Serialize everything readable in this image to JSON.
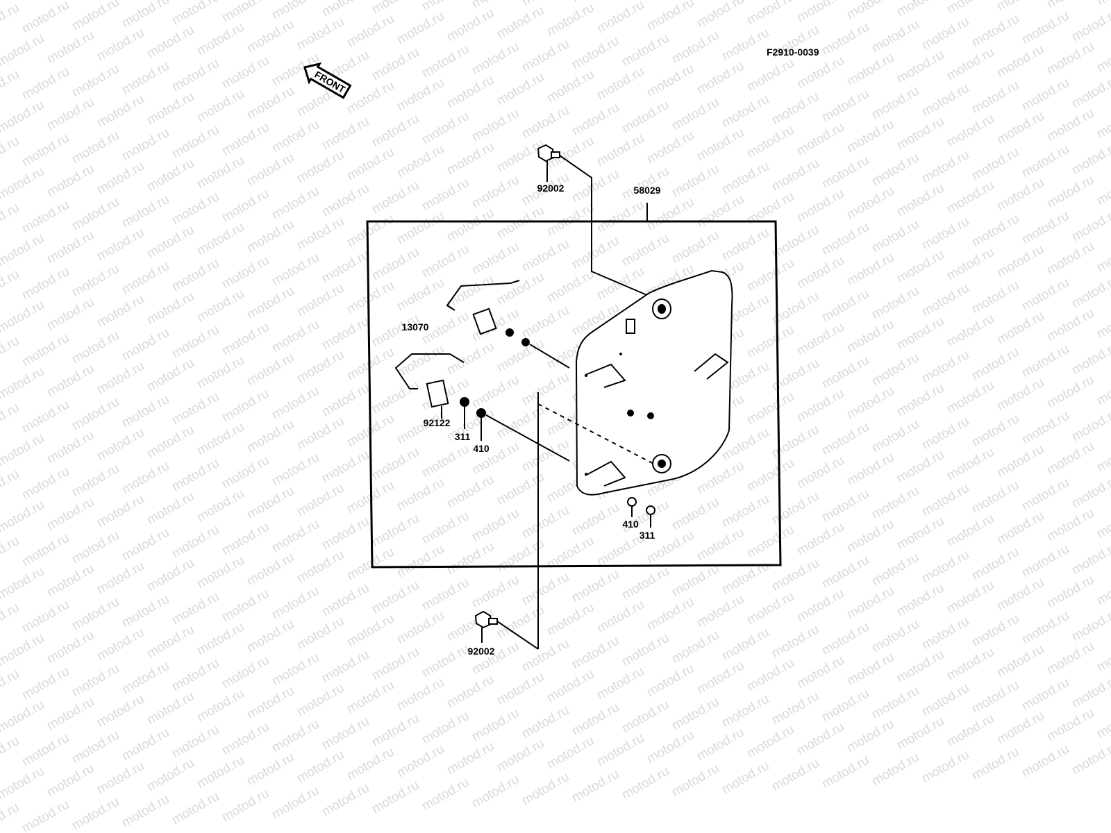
{
  "diagram_code": "F2910-0039",
  "watermark": "motod.ru",
  "front_label": "FRONT",
  "parts": {
    "bolt_top": "92002",
    "plate": "58029",
    "bracket": "13070",
    "collar": "92122",
    "washer_left": "311",
    "grommet_left": "410",
    "grommet_right": "410",
    "washer_right": "311",
    "bolt_bottom": "92002"
  }
}
